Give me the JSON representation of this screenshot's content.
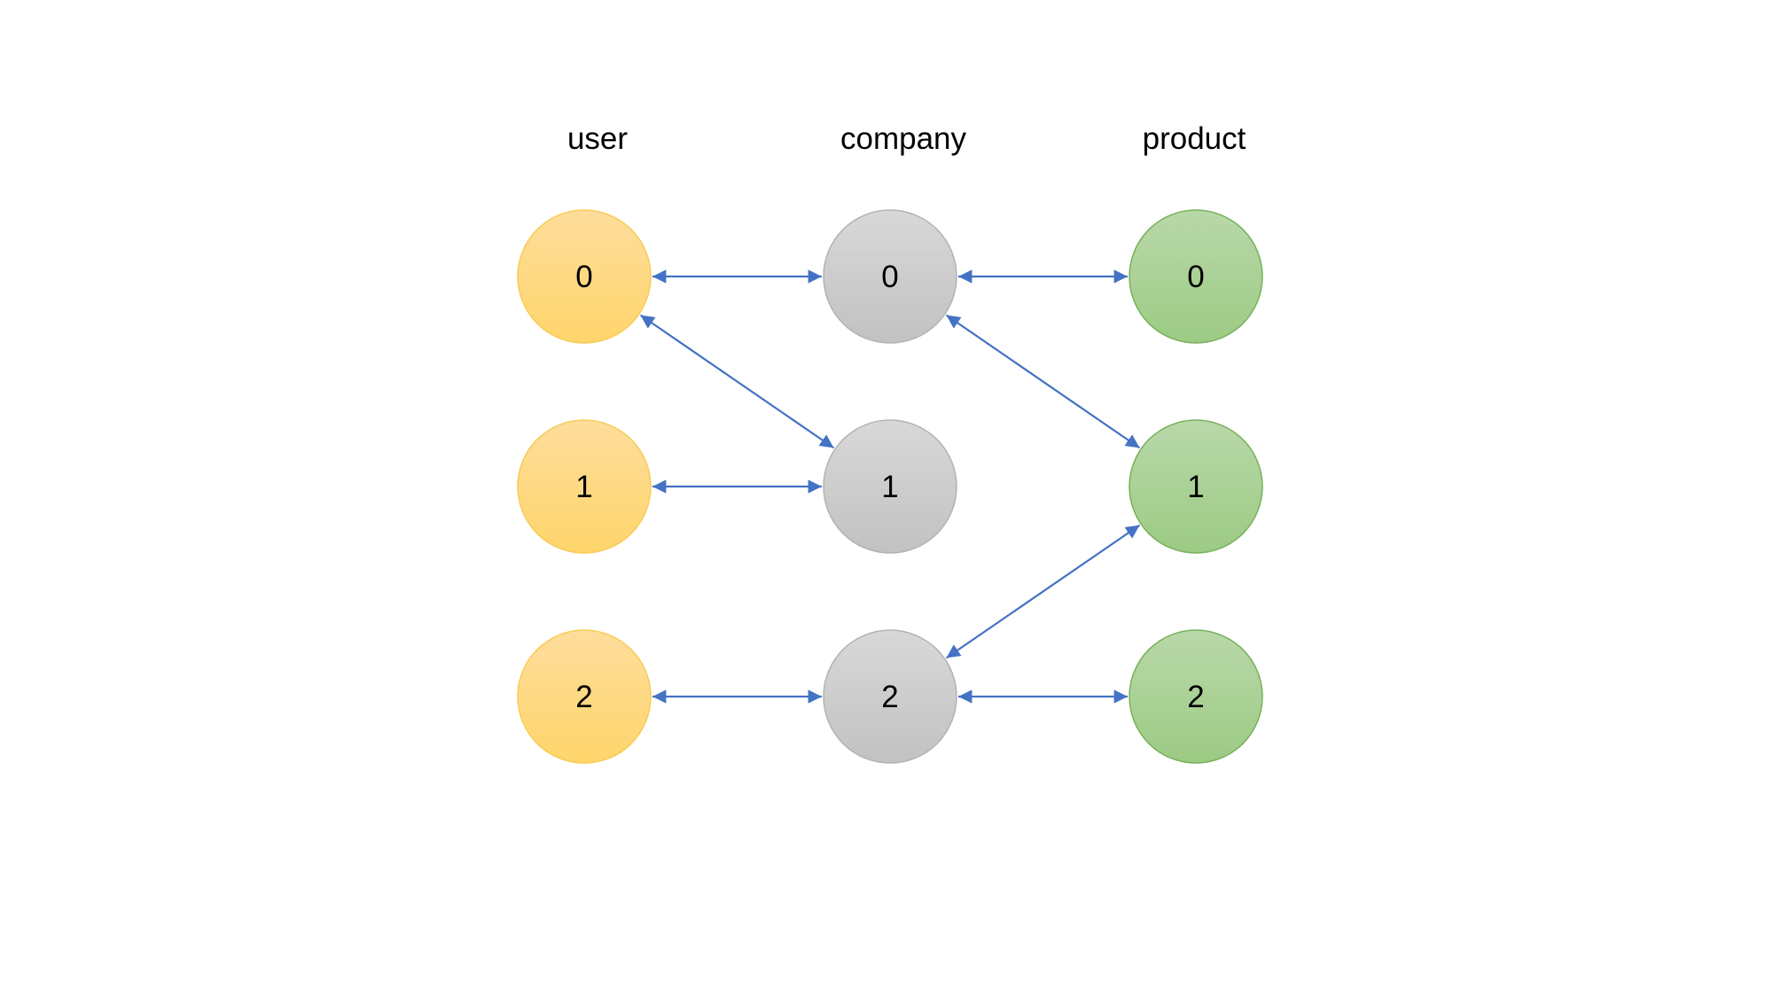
{
  "colors": {
    "edge": "#4472c4",
    "user_fill_top": "#fedd9c",
    "user_fill_bottom": "#ffd56b",
    "user_stroke": "#f7cc55",
    "company_fill_top": "#d8d8d8",
    "company_fill_bottom": "#c2c2c2",
    "company_stroke": "#b3b3b3",
    "product_fill_top": "#b9d8a9",
    "product_fill_bottom": "#9ccb84",
    "product_stroke": "#77b15a"
  },
  "columns": [
    {
      "key": "user",
      "title": "user",
      "nodes": [
        {
          "id": "user-0",
          "label": "0"
        },
        {
          "id": "user-1",
          "label": "1"
        },
        {
          "id": "user-2",
          "label": "2"
        }
      ]
    },
    {
      "key": "company",
      "title": "company",
      "nodes": [
        {
          "id": "company-0",
          "label": "0"
        },
        {
          "id": "company-1",
          "label": "1"
        },
        {
          "id": "company-2",
          "label": "2"
        }
      ]
    },
    {
      "key": "product",
      "title": "product",
      "nodes": [
        {
          "id": "product-0",
          "label": "0"
        },
        {
          "id": "product-1",
          "label": "1"
        },
        {
          "id": "product-2",
          "label": "2"
        }
      ]
    }
  ],
  "edges": [
    {
      "from": "user-0",
      "to": "company-0"
    },
    {
      "from": "user-0",
      "to": "company-1"
    },
    {
      "from": "user-1",
      "to": "company-1"
    },
    {
      "from": "user-2",
      "to": "company-2"
    },
    {
      "from": "company-0",
      "to": "product-0"
    },
    {
      "from": "company-0",
      "to": "product-1"
    },
    {
      "from": "company-2",
      "to": "product-1"
    },
    {
      "from": "company-2",
      "to": "product-2"
    }
  ]
}
